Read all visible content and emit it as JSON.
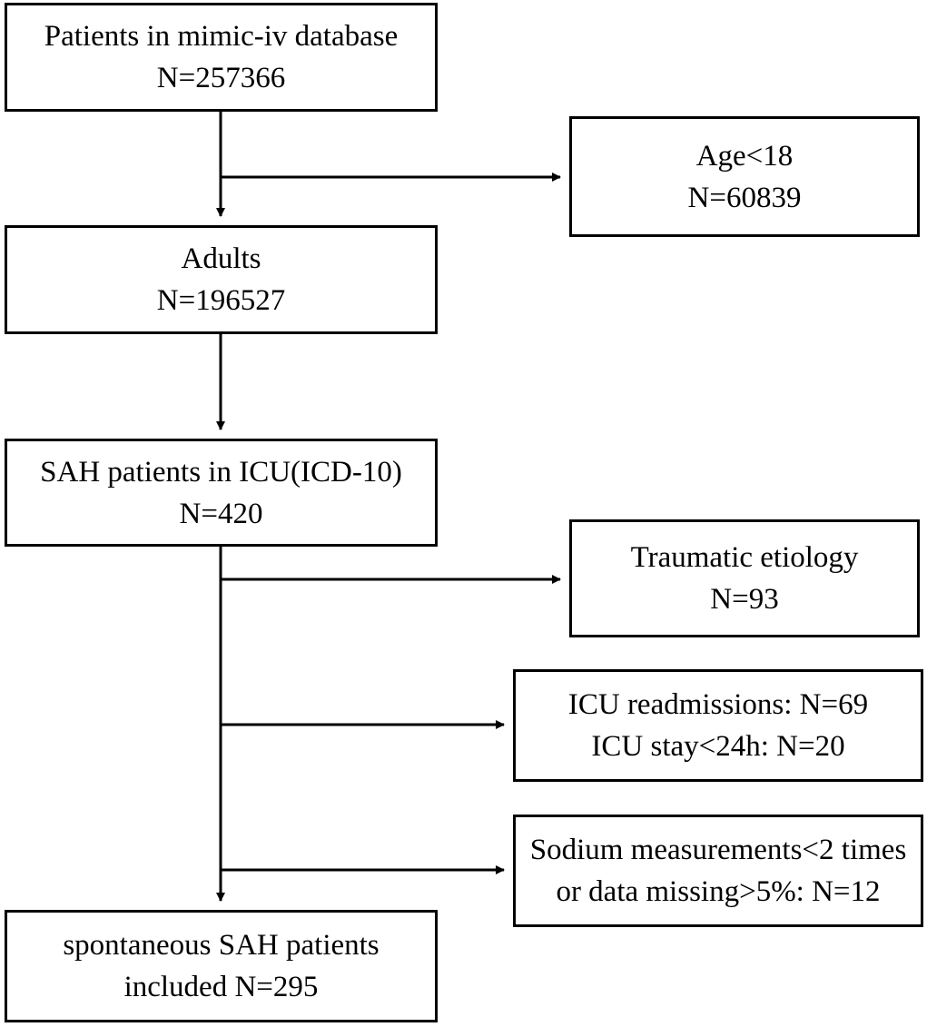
{
  "flowchart": {
    "nodes": [
      {
        "id": "all_patients",
        "lines": [
          "Patients in mimic-iv database",
          "N=257366"
        ]
      },
      {
        "id": "excluded_age",
        "lines": [
          "Age<18",
          "N=60839"
        ]
      },
      {
        "id": "adults",
        "lines": [
          "Adults",
          "N=196527"
        ]
      },
      {
        "id": "sah_icu",
        "lines": [
          "SAH patients in ICU(ICD-10)",
          "N=420"
        ]
      },
      {
        "id": "excluded_traumatic",
        "lines": [
          "Traumatic etiology",
          "N=93"
        ]
      },
      {
        "id": "excluded_readmission",
        "lines": [
          "ICU readmissions: N=69",
          "ICU stay<24h: N=20"
        ]
      },
      {
        "id": "excluded_sodium",
        "lines": [
          "Sodium measurements<2 times",
          "or data missing>5%: N=12"
        ]
      },
      {
        "id": "included",
        "lines": [
          "spontaneous SAH patients",
          "included N=295"
        ]
      }
    ],
    "edges": [
      {
        "from": "all_patients",
        "to": "adults"
      },
      {
        "from": "all_patients",
        "to": "excluded_age"
      },
      {
        "from": "adults",
        "to": "sah_icu"
      },
      {
        "from": "sah_icu",
        "to": "included"
      },
      {
        "from": "sah_icu",
        "to": "excluded_traumatic"
      },
      {
        "from": "sah_icu",
        "to": "excluded_readmission"
      },
      {
        "from": "sah_icu",
        "to": "excluded_sodium"
      }
    ],
    "colors": {
      "stroke": "#000000",
      "fill": "#ffffff"
    }
  }
}
